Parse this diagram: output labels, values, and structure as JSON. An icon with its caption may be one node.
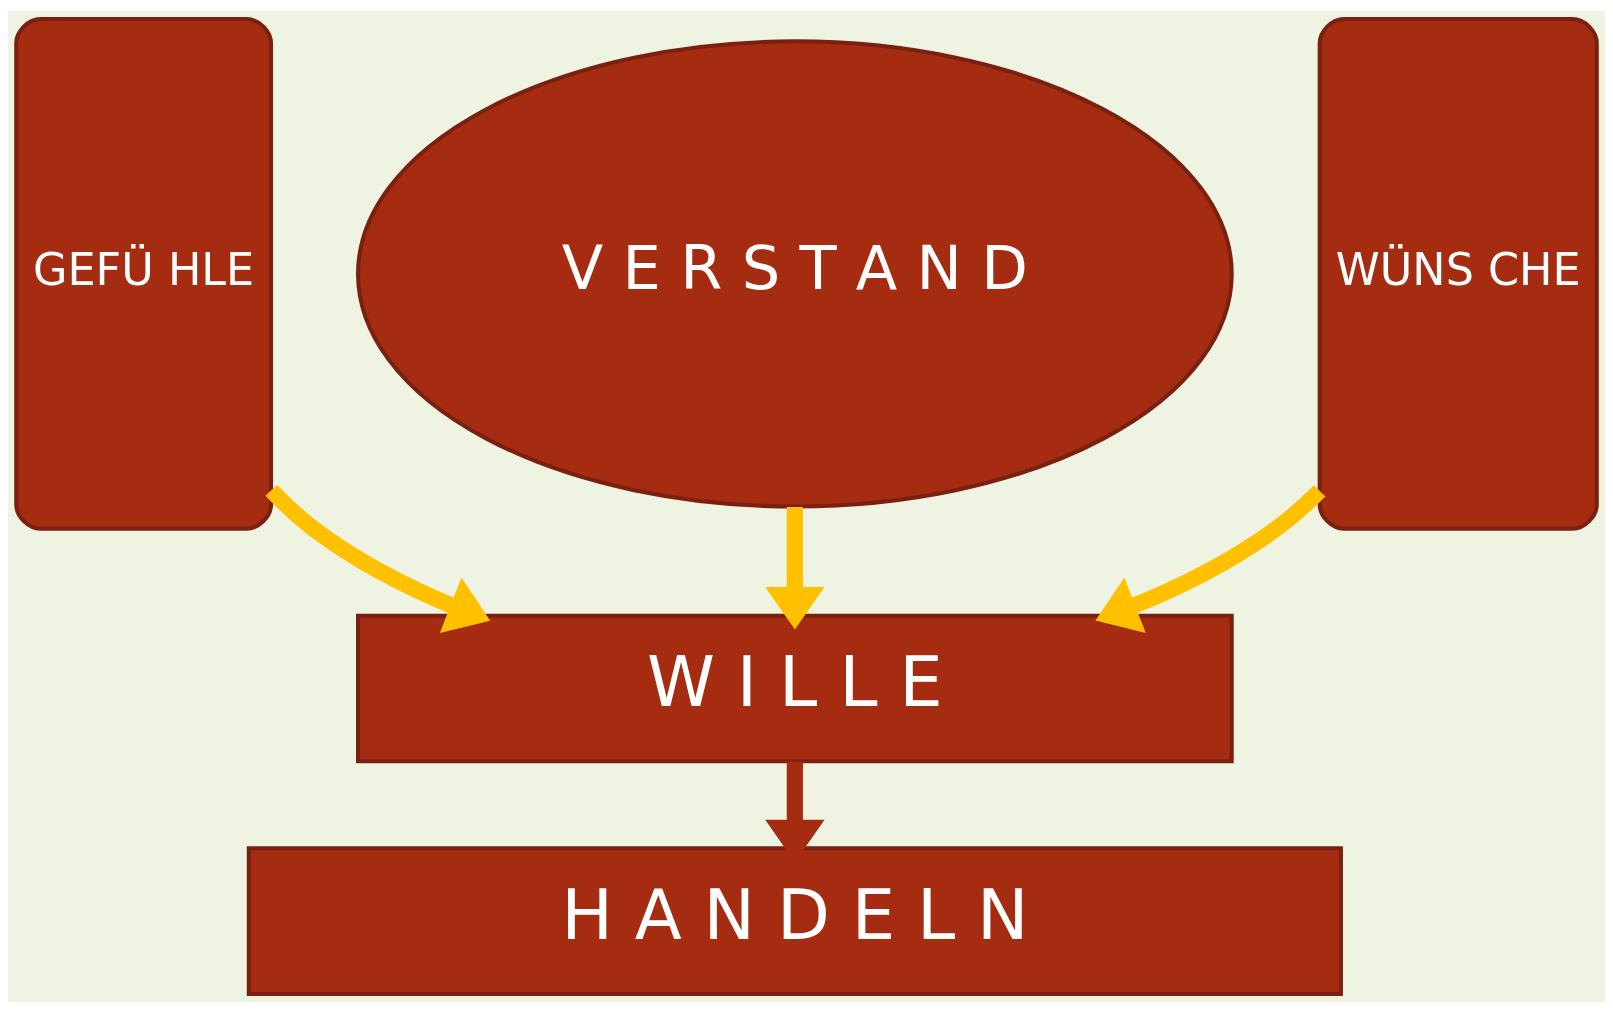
{
  "diagram": {
    "nodes": [
      {
        "text": [
          "GEFÜ HLE"
        ]
      },
      {
        "text": [
          "V E R S T A N D"
        ]
      },
      {
        "text": [
          "WÜNS CHE"
        ]
      },
      {
        "text": [
          "W I L L E"
        ]
      },
      {
        "text": [
          "H A N D E L N"
        ]
      }
    ],
    "edges": [
      {
        "from": 0,
        "to": 3,
        "arrow": "to"
      },
      {
        "from": 1,
        "to": 3,
        "arrow": "to"
      },
      {
        "from": 2,
        "to": 3,
        "arrow": "to"
      },
      {
        "from": 3,
        "to": 4,
        "arrow": "to",
        "color": "#a52c10"
      }
    ]
  }
}
